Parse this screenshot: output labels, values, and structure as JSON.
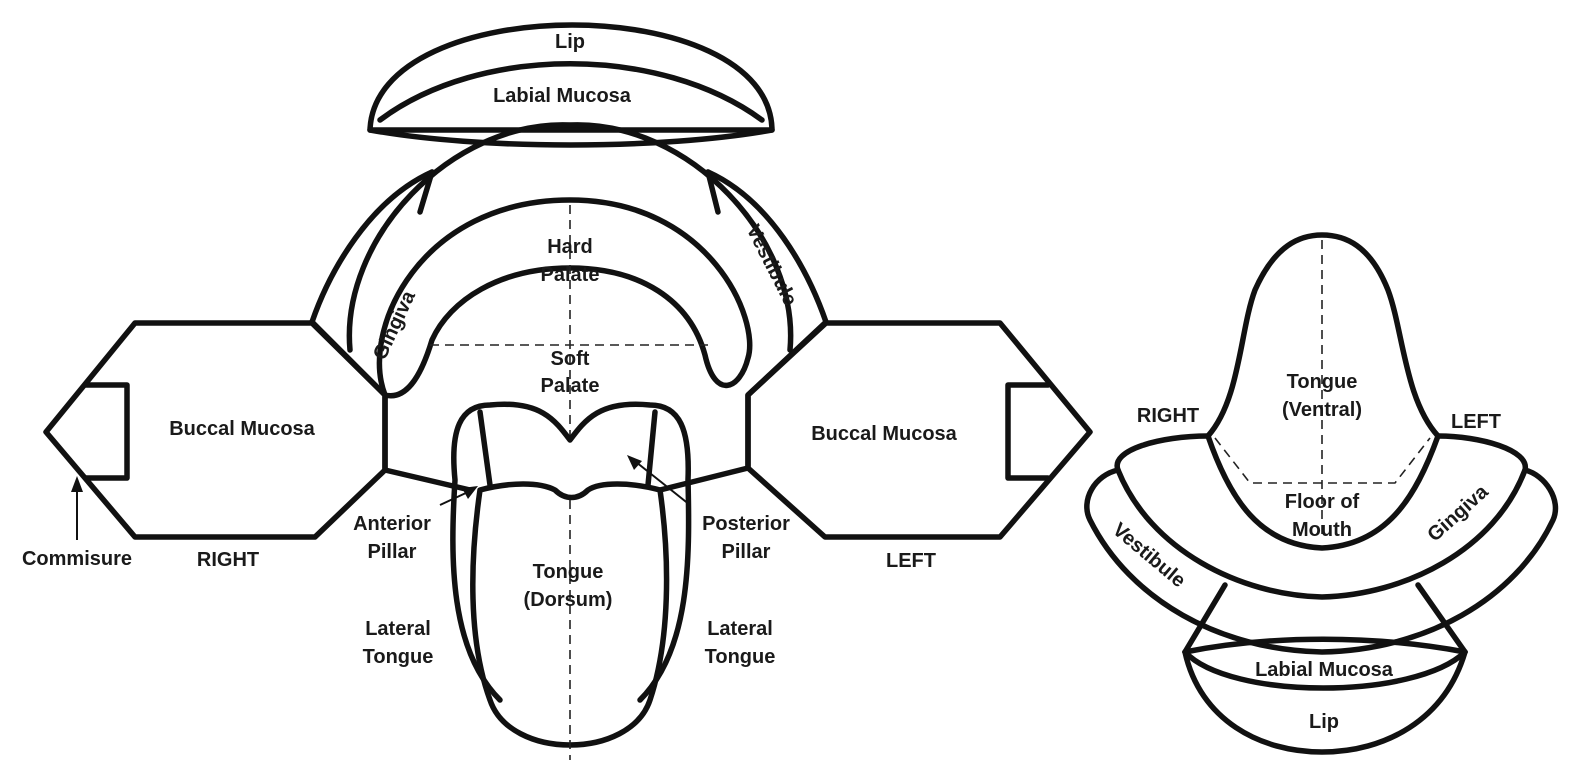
{
  "upper": {
    "lip": "Lip",
    "labial_mucosa": "Labial Mucosa",
    "gingiva": "Gingiva",
    "vestibule": "Vestibule",
    "hard_palate_1": "Hard",
    "hard_palate_2": "Palate",
    "soft_palate_1": "Soft",
    "soft_palate_2": "Palate",
    "buccal_right": "Buccal Mucosa",
    "buccal_left": "Buccal Mucosa",
    "right": "RIGHT",
    "left": "LEFT",
    "commisure": "Commisure",
    "anterior_pillar_1": "Anterior",
    "anterior_pillar_2": "Pillar",
    "posterior_pillar_1": "Posterior",
    "posterior_pillar_2": "Pillar",
    "tongue_dorsum_1": "Tongue",
    "tongue_dorsum_2": "(Dorsum)",
    "lateral_tongue_left_1": "Lateral",
    "lateral_tongue_left_2": "Tongue",
    "lateral_tongue_right_1": "Lateral",
    "lateral_tongue_right_2": "Tongue"
  },
  "lower": {
    "right": "RIGHT",
    "left": "LEFT",
    "tongue_ventral_1": "Tongue",
    "tongue_ventral_2": "(Ventral)",
    "floor_1": "Floor of",
    "floor_2": "Mouth",
    "vestibule": "Vestibule",
    "gingiva": "Gingiva",
    "labial_mucosa": "Labial Mucosa",
    "lip": "Lip"
  }
}
